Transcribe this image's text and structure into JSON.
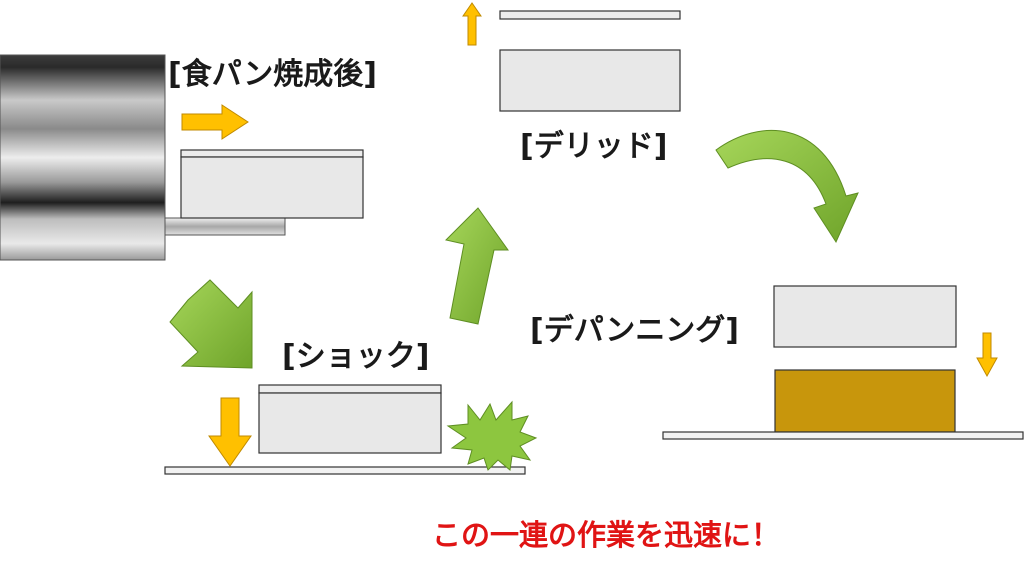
{
  "labels": {
    "baked": "[食パン焼成後]",
    "lid": "[デリッド]",
    "shock": "[ショック]",
    "depanning": "[デパンニング]"
  },
  "caption": "この一連の作業を迅速に！",
  "colors": {
    "arrow_yellow": "#ffc000",
    "arrow_green": "#8dc63f",
    "bread": "#c8960c",
    "box_fill": "#e8e8e8",
    "caption": "#e01414"
  }
}
